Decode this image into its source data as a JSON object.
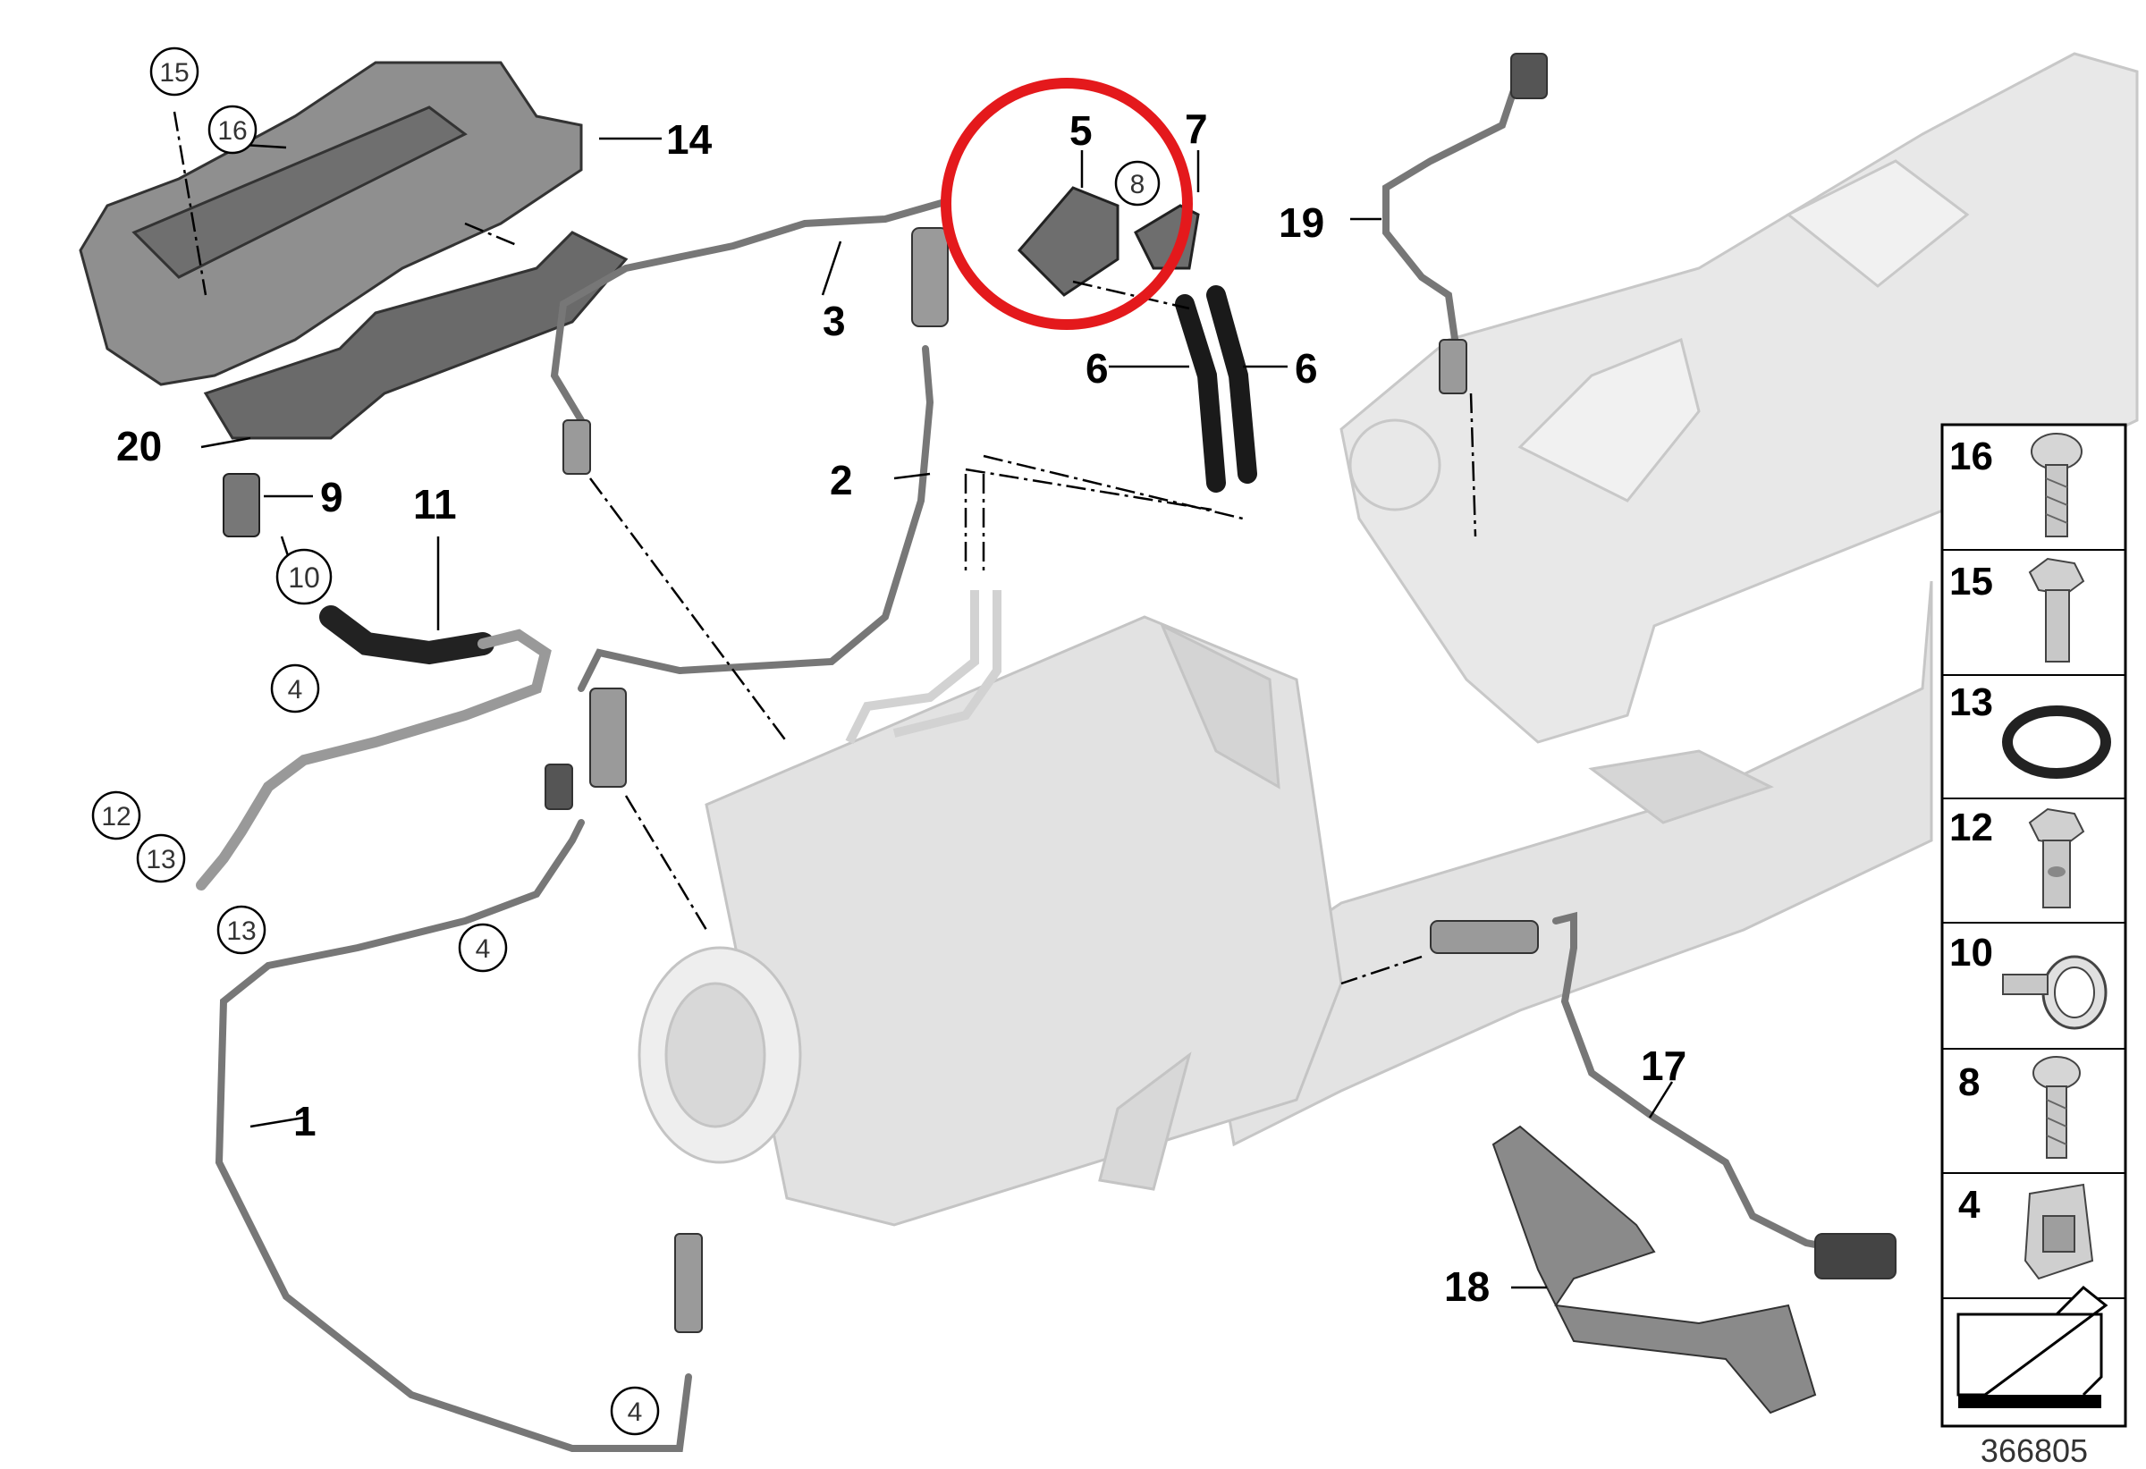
{
  "callouts": {
    "n1": "1",
    "n2": "2",
    "n3": "3",
    "n4a": "4",
    "n4b": "4",
    "n4c": "4",
    "n5": "5",
    "n6a": "6",
    "n6b": "6",
    "n7": "7",
    "n8": "8",
    "n9": "9",
    "n10": "10",
    "n11": "11",
    "n12": "12",
    "n13a": "13",
    "n13b": "13",
    "n14": "14",
    "n15": "15",
    "n16": "16",
    "n17": "17",
    "n18": "18",
    "n19": "19",
    "n20": "20"
  },
  "legend": [
    {
      "number": "16",
      "icon": "torx-screw-icon"
    },
    {
      "number": "15",
      "icon": "hex-bolt-icon"
    },
    {
      "number": "13",
      "icon": "seal-ring-icon"
    },
    {
      "number": "12",
      "icon": "banjo-bolt-icon"
    },
    {
      "number": "10",
      "icon": "hose-clamp-icon"
    },
    {
      "number": "8",
      "icon": "torx-screw-icon"
    },
    {
      "number": "4",
      "icon": "clip-nut-icon"
    },
    {
      "number": "",
      "icon": "installation-arrow-icon"
    }
  ],
  "reference_number": "366805",
  "colors": {
    "highlight": "#e4191c",
    "part_fill": "#dcdcdc",
    "line": "#333333"
  }
}
